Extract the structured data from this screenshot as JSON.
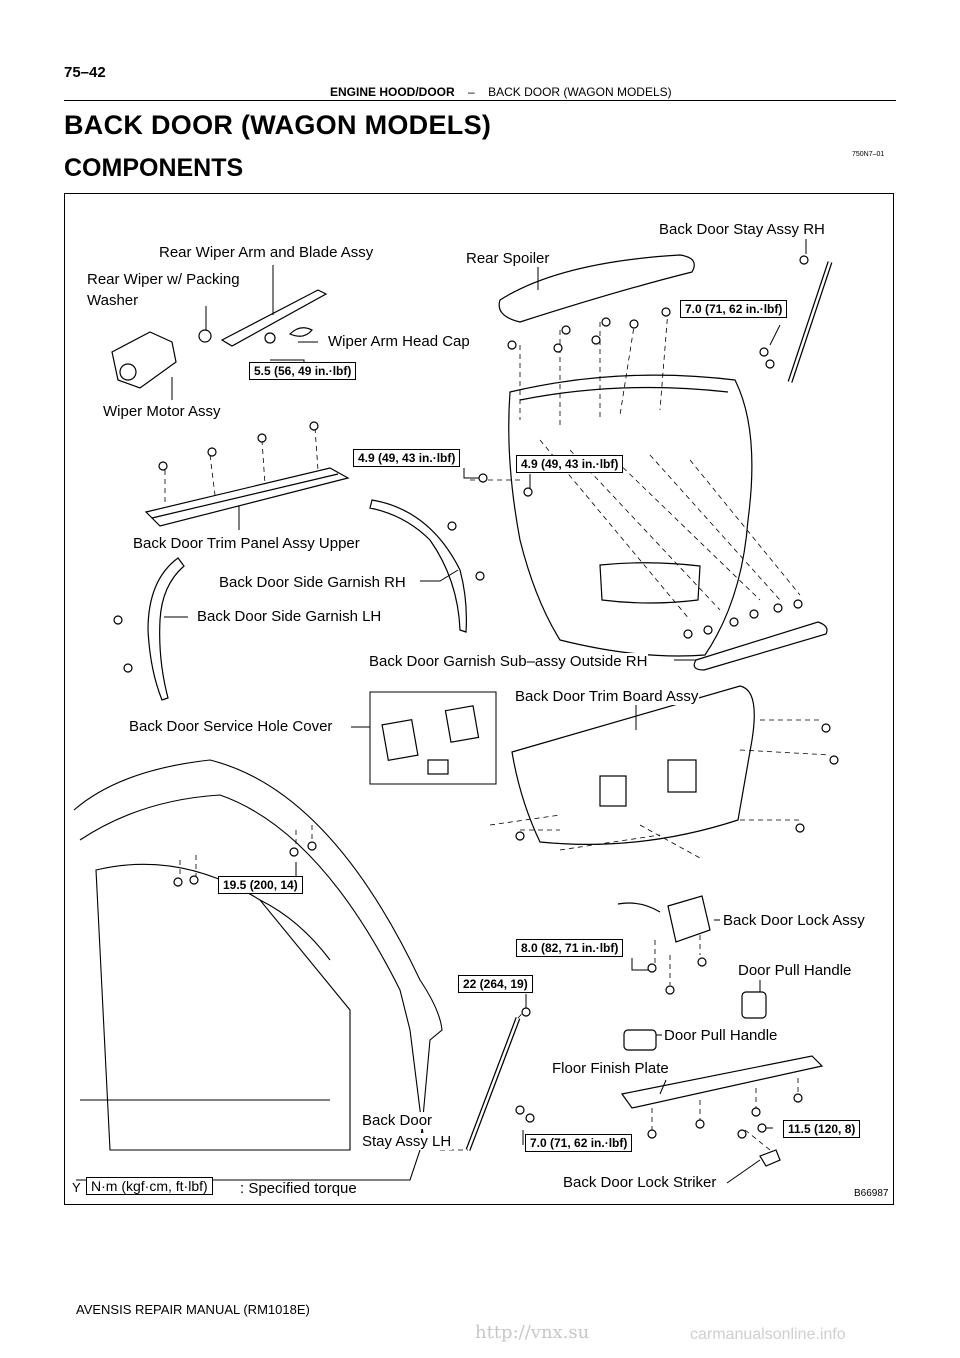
{
  "header": {
    "page_number": "75–42",
    "section": "ENGINE HOOD/DOOR",
    "separator": "–",
    "subsection": "BACK DOOR (WAGON MODELS)"
  },
  "title": "BACK DOOR (WAGON MODELS)",
  "subtitle": "COMPONENTS",
  "figure_code": "750N7–01",
  "labels": {
    "back_door_stay_rh": "Back Door Stay Assy RH",
    "rear_wiper_arm": "Rear Wiper Arm and Blade Assy",
    "rear_spoiler": "Rear Spoiler",
    "rear_wiper_line1": "Rear Wiper w/ Packing",
    "rear_wiper_line2": "Washer",
    "wiper_arm_head_cap": "Wiper Arm Head Cap",
    "wiper_motor": "Wiper Motor Assy",
    "trim_panel_upper": "Back Door Trim Panel Assy Upper",
    "side_garnish_rh": "Back Door Side Garnish RH",
    "side_garnish_lh": "Back Door Side Garnish LH",
    "garnish_outside_rh": "Back Door Garnish Sub–assy Outside RH",
    "trim_board": "Back Door Trim Board Assy",
    "service_hole_cover": "Back Door Service Hole Cover",
    "lock_assy": "Back Door Lock Assy",
    "door_pull_handle_1": "Door Pull Handle",
    "door_pull_handle_2": "Door Pull Handle",
    "floor_finish_plate": "Floor Finish Plate",
    "stay_lh_line1": "Back Door",
    "stay_lh_line2": "Stay Assy LH",
    "lock_striker": "Back Door Lock Striker"
  },
  "torques": {
    "stay_rh": "7.0 (71, 62 in.·lbf)",
    "wiper_arm": "5.5 (56, 49 in.·lbf)",
    "trim_upper": "4.9 (49, 43 in.·lbf)",
    "garnish": "4.9 (49, 43 in.·lbf)",
    "body_hinge": "19.5 (200, 14)",
    "lock": "8.0 (82, 71 in.·lbf)",
    "stay_lh_upper": "22 (264, 19)",
    "striker": "11.5 (120, 8)",
    "stay_lh_lower": "7.0 (71, 62 in.·lbf)"
  },
  "legend": {
    "marker": "Y",
    "unit_box": "N·m (kgf·cm, ft·lbf)",
    "text": ": Specified torque"
  },
  "figure_id": "B66987",
  "footer": "AVENSIS REPAIR MANUAL   (RM1018E)",
  "url": "http://vnx.su",
  "watermark": "carmanualsonline.info"
}
